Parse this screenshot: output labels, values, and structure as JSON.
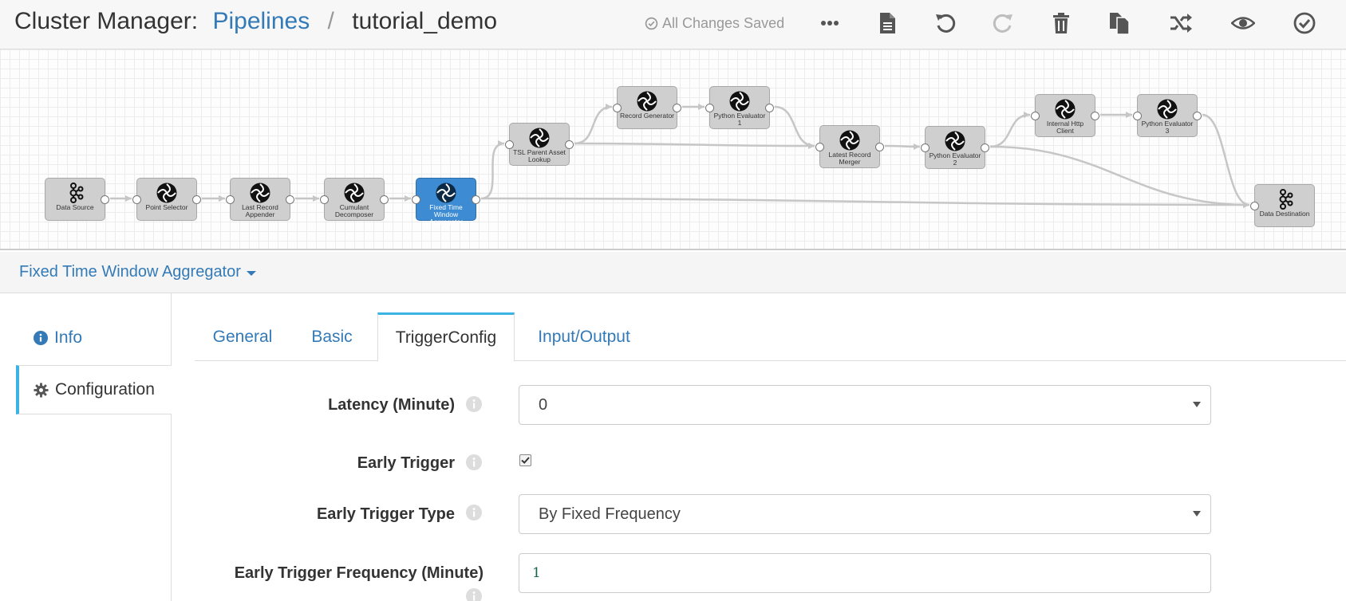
{
  "header": {
    "prefix": "Cluster Manager:",
    "pipelines_link": "Pipelines",
    "separator": "/",
    "pipeline_name": "tutorial_demo",
    "save_status": "All Changes Saved",
    "toolbar": [
      {
        "name": "more-actions-icon",
        "enabled": true
      },
      {
        "name": "document-icon",
        "enabled": true
      },
      {
        "name": "undo-icon",
        "enabled": true
      },
      {
        "name": "redo-icon",
        "enabled": false
      },
      {
        "name": "trash-icon",
        "enabled": true
      },
      {
        "name": "copy-icon",
        "enabled": true
      },
      {
        "name": "shuffle-icon",
        "enabled": true
      },
      {
        "name": "eye-icon",
        "enabled": true
      },
      {
        "name": "check-circle-icon",
        "enabled": true
      }
    ]
  },
  "pipeline": {
    "nodes": [
      {
        "label": "Data Source",
        "icon": "kafka-icon",
        "active": false
      },
      {
        "label": "Point Selector",
        "icon": "processor-icon",
        "active": false
      },
      {
        "label": "Last Record Appender",
        "icon": "processor-icon",
        "active": false
      },
      {
        "label": "Cumulant Decomposer",
        "icon": "processor-icon",
        "active": false
      },
      {
        "label": "Fixed Time Window Aggregator",
        "icon": "processor-icon",
        "active": true
      },
      {
        "label": "TSL Parent Asset Lookup",
        "icon": "processor-icon",
        "active": false
      },
      {
        "label": "Record Generator",
        "icon": "processor-icon",
        "active": false
      },
      {
        "label": "Python Evaluator 1",
        "icon": "processor-icon",
        "active": false
      },
      {
        "label": "Latest Record Merger",
        "icon": "processor-icon",
        "active": false
      },
      {
        "label": "Python Evaluator 2",
        "icon": "processor-icon",
        "active": false
      },
      {
        "label": "Internal Http Client",
        "icon": "processor-icon",
        "active": false
      },
      {
        "label": "Python Evaluator 3",
        "icon": "processor-icon",
        "active": false
      },
      {
        "label": "Data Destination",
        "icon": "kafka-icon",
        "active": false
      }
    ]
  },
  "stage": {
    "selected_name": "Fixed Time Window Aggregator"
  },
  "left_nav": {
    "info": "Info",
    "configuration": "Configuration"
  },
  "tabs": [
    "General",
    "Basic",
    "TriggerConfig",
    "Input/Output"
  ],
  "active_tab": "TriggerConfig",
  "form": {
    "latency_label": "Latency (Minute)",
    "latency_value": "0",
    "early_trigger_label": "Early Trigger",
    "early_trigger_checked": true,
    "early_trigger_type_label": "Early Trigger Type",
    "early_trigger_type_value": "By Fixed Frequency",
    "early_trigger_frequency_label": "Early Trigger Frequency (Minute)",
    "early_trigger_frequency_value": "1"
  },
  "colors": {
    "link": "#337ab7",
    "accent": "#3bb4e5",
    "active_node": "#3c8bd3"
  }
}
